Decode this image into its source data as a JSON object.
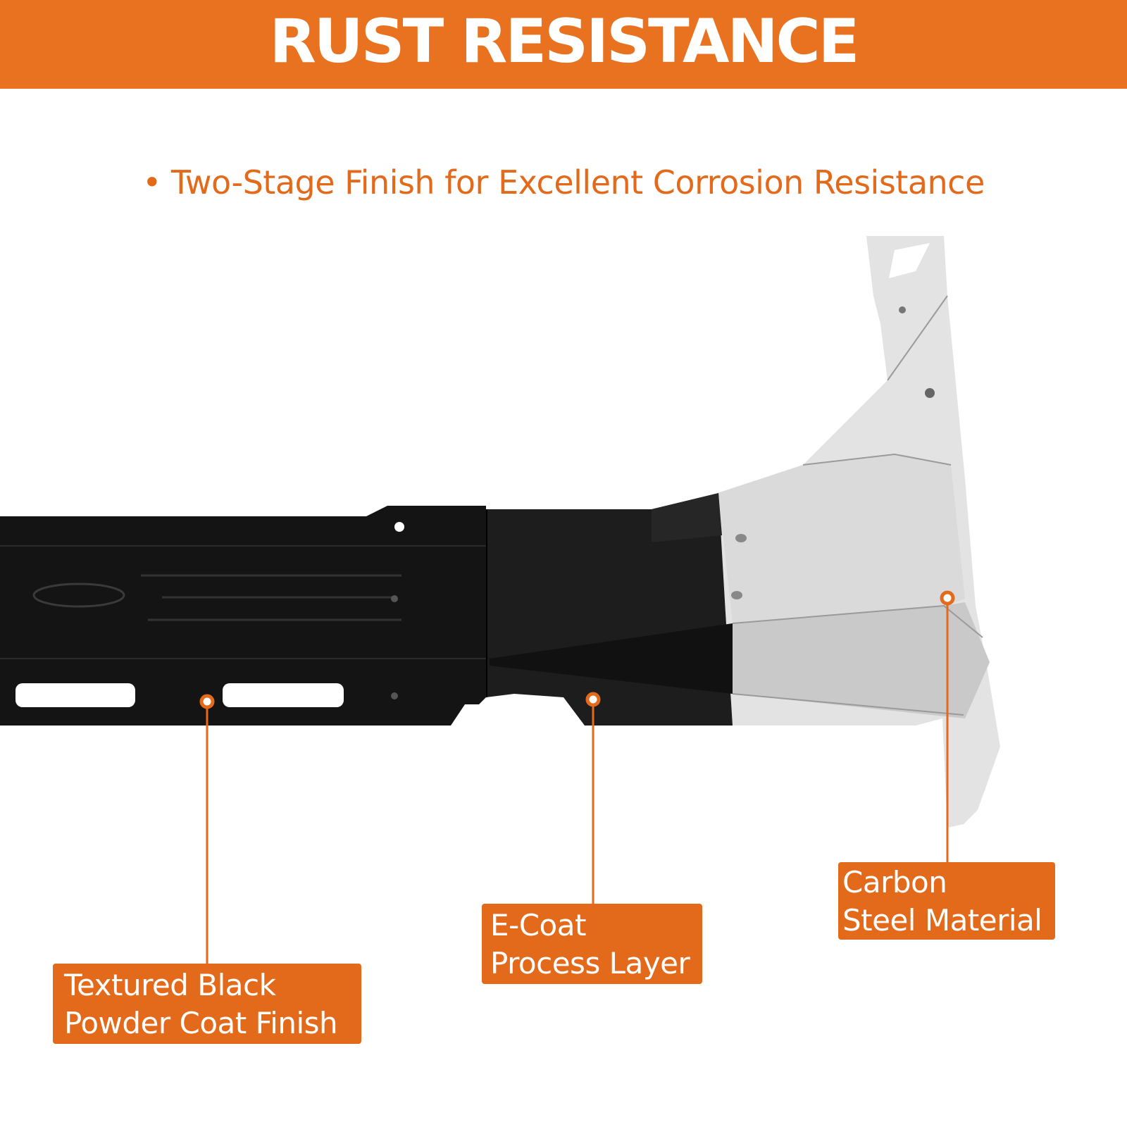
{
  "header": {
    "title": "RUST RESISTANCE"
  },
  "subtitle": {
    "bullet": "•",
    "text": "Two-Stage Finish for Excellent Corrosion Resistance"
  },
  "callouts": [
    {
      "line1": "Carbon",
      "line2": "Steel Material"
    },
    {
      "line1": "E-Coat",
      "line2": "Process Layer"
    },
    {
      "line1": "Textured Black",
      "line2": "Powder Coat Finish"
    }
  ],
  "colors": {
    "accent": "#E36A1B",
    "banner": "#E8721F",
    "coating_black": "#141414",
    "ecoat_black": "#1d1d1d",
    "steel_light": "#e3e3e3",
    "steel_shadow": "#c9c9c9",
    "background": "#ffffff"
  }
}
